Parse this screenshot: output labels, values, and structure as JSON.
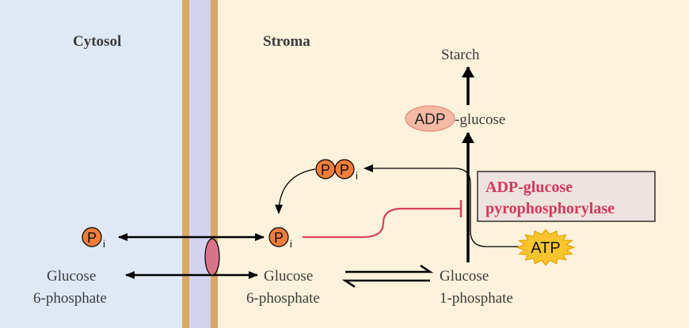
{
  "regions": {
    "cytosol_label": "Cytosol",
    "stroma_label": "Stroma"
  },
  "molecules": {
    "starch": "Starch",
    "adp": "ADP",
    "adp_glucose_suffix": "-glucose",
    "ppi_p1": "P",
    "ppi_p2": "P",
    "ppi_sub": "i",
    "pi_cytosol": "P",
    "pi_cytosol_sub": "i",
    "pi_stroma": "P",
    "pi_stroma_sub": "i",
    "atp": "ATP",
    "g6p_cytosol_line1": "Glucose",
    "g6p_cytosol_line2": "6-phosphate",
    "g6p_stroma_line1": "Glucose",
    "g6p_stroma_line2": "6-phosphate",
    "g1p_line1": "Glucose",
    "g1p_line2": "1-phosphate"
  },
  "enzyme": {
    "line1": "ADP-glucose",
    "line2": "pyrophosphorylase"
  },
  "colors": {
    "cytosol_bg": "#dfe9f6",
    "stroma_bg": "#fdf2db",
    "membrane_outer": "#d9a866",
    "membrane_inner": "#d3d2ef",
    "phosphate_fill": "#ef7d3a",
    "adp_fill": "#f6b9a6",
    "atp_fill": "#f9c52d",
    "enzyme_text": "#d7365b",
    "enzyme_box": "#efe3df",
    "inhibition_line": "#d9435f",
    "transporter": "#d87488"
  }
}
